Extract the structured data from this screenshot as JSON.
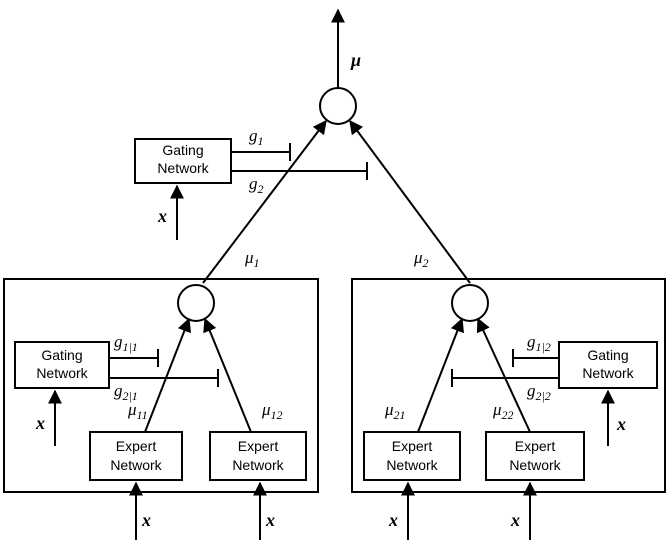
{
  "top": {
    "output_label": "μ",
    "gating": {
      "line1": "Gating",
      "line2": "Network",
      "input": "x",
      "out1": "g",
      "out1_sub": "1",
      "out2": "g",
      "out2_sub": "2"
    }
  },
  "left": {
    "output_label": "μ",
    "output_sub": "1",
    "gating": {
      "line1": "Gating",
      "line2": "Network",
      "input": "x",
      "out1": "g",
      "out1_sub": "1|1",
      "out2": "g",
      "out2_sub": "2|1"
    },
    "experts": [
      {
        "line1": "Expert",
        "line2": "Network",
        "input": "x",
        "out": "μ",
        "out_sub": "11"
      },
      {
        "line1": "Expert",
        "line2": "Network",
        "input": "x",
        "out": "μ",
        "out_sub": "12"
      }
    ]
  },
  "right": {
    "output_label": "μ",
    "output_sub": "2",
    "gating": {
      "line1": "Gating",
      "line2": "Network",
      "input": "x",
      "out1": "g",
      "out1_sub": "1|2",
      "out2": "g",
      "out2_sub": "2|2"
    },
    "experts": [
      {
        "line1": "Expert",
        "line2": "Network",
        "input": "x",
        "out": "μ",
        "out_sub": "21"
      },
      {
        "line1": "Expert",
        "line2": "Network",
        "input": "x",
        "out": "μ",
        "out_sub": "22"
      }
    ]
  }
}
